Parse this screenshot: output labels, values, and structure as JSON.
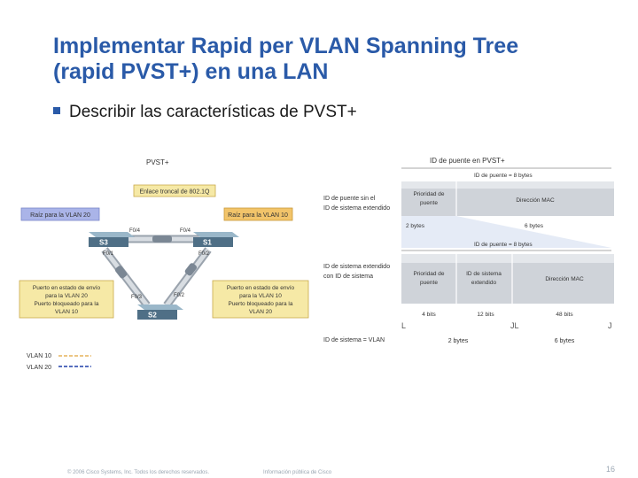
{
  "slide": {
    "title_line1": "Implementar Rapid per VLAN Spanning Tree",
    "title_line2": "(rapid PVST+) en una LAN",
    "bullet": "Describir las características de PVST+"
  },
  "topology": {
    "label": "PVST+",
    "trunk_label": "Enlace troncal de 802.1Q",
    "root_vlan20": "Raíz para la VLAN 20",
    "root_vlan10": "Raíz para la VLAN 10",
    "s3_box": [
      "Puerto en estado de envío",
      "para la VLAN 20",
      "Puerto bloqueado para la",
      "VLAN 10"
    ],
    "s1_box": [
      "Puerto en estado de envío",
      "para la VLAN 10",
      "Puerto bloqueado para la",
      "VLAN 20"
    ],
    "switches": {
      "s3": "S3",
      "s1": "S1",
      "s2": "S2"
    },
    "ports": {
      "s3_f04": "F0/4",
      "s1_f04": "F0/4",
      "s3_f01": "F0/1",
      "s1_f02": "F0/2",
      "s2_f03": "F0/3",
      "s2_f02": "F0/2"
    },
    "legend": [
      {
        "label": "VLAN 10",
        "color": "#e0a33a"
      },
      {
        "label": "VLAN 20",
        "color": "#1f3fa8"
      }
    ]
  },
  "bridge_id": {
    "title": "ID de puente en PVST+",
    "label_6bytes": "ID de puente = 8 bytes",
    "label_8bytes": "ID de puente = 8 bytes",
    "old_side_line1": "ID de puente sin el",
    "old_side_line2": "ID de sistema extendido",
    "new_side_line1": "ID de sistema extendido",
    "new_side_line2": "con ID de sistema",
    "priority": "Prioridad de puente",
    "mac": "Dirección MAC",
    "ext_id": "ID de sistema extendido",
    "bytes2": "2 bytes",
    "bytes6": "6 bytes",
    "bits4": "4 bits",
    "bits12": "12 bits",
    "bits48": "48 bits",
    "bottom_left": "ID de sistema = VLAN",
    "bottom_mid": "2 bytes",
    "bottom_right": "6 bytes",
    "tick_left": "L",
    "tick_mid": "JL",
    "tick_right": "J"
  },
  "footer": {
    "copyright": "© 2006 Cisco Systems, Inc. Todos los derechos reservados.",
    "info": "Información pública de Cisco",
    "page": "16"
  }
}
